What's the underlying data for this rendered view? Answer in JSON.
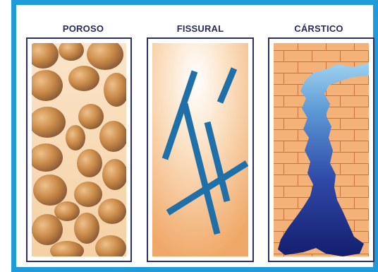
{
  "panels": [
    {
      "id": "poroso",
      "label": "POROSO",
      "kind": "porous"
    },
    {
      "id": "fissural",
      "label": "FISSURAL",
      "kind": "fractured"
    },
    {
      "id": "carstico",
      "label": "CÁRSTICO",
      "kind": "karst"
    }
  ],
  "colors": {
    "frame": "#1e9bd8",
    "panel_border": "#2b2d6e",
    "label": "#2a2a5a",
    "pebble": "#c98a48",
    "fracture": "#1f6fa8",
    "brick_fill": "#f4b278",
    "brick_line": "#c8733a",
    "karst_light": "#8ec6ea",
    "karst_dark": "#1a2a80"
  },
  "icons": [
    "pebbles-illustration",
    "fractures-illustration",
    "karst-cave-illustration"
  ]
}
